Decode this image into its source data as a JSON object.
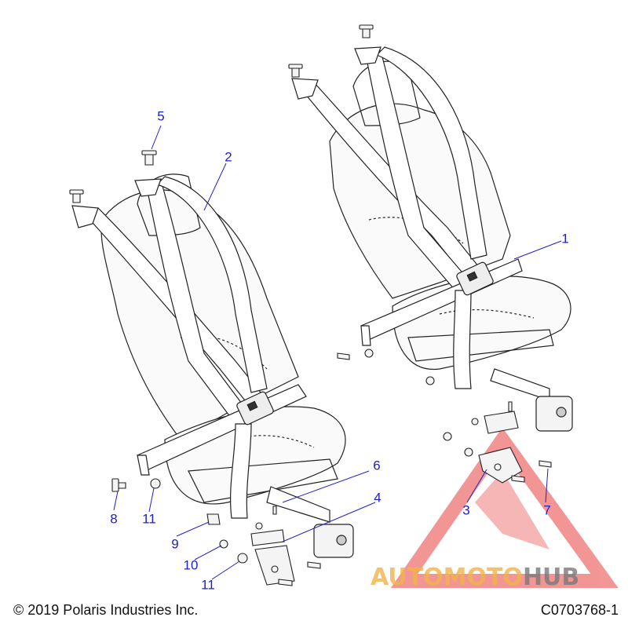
{
  "callouts": {
    "n1": "1",
    "n2": "2",
    "n3": "3",
    "n4": "4",
    "n5": "5",
    "n6": "6",
    "n7": "7",
    "n8": "8",
    "n9": "9",
    "n10": "10",
    "n11a": "11",
    "n11b": "11"
  },
  "footer": {
    "copyright": "© 2019 Polaris Industries Inc.",
    "code": "C0703768-1"
  },
  "watermark": {
    "part1": "AUTOMOTO",
    "part2": "HUB"
  },
  "colors": {
    "callout": "#2020c8",
    "line": "#222222",
    "watermark_red": "#e84040",
    "watermark_orange": "#f2b44a"
  }
}
